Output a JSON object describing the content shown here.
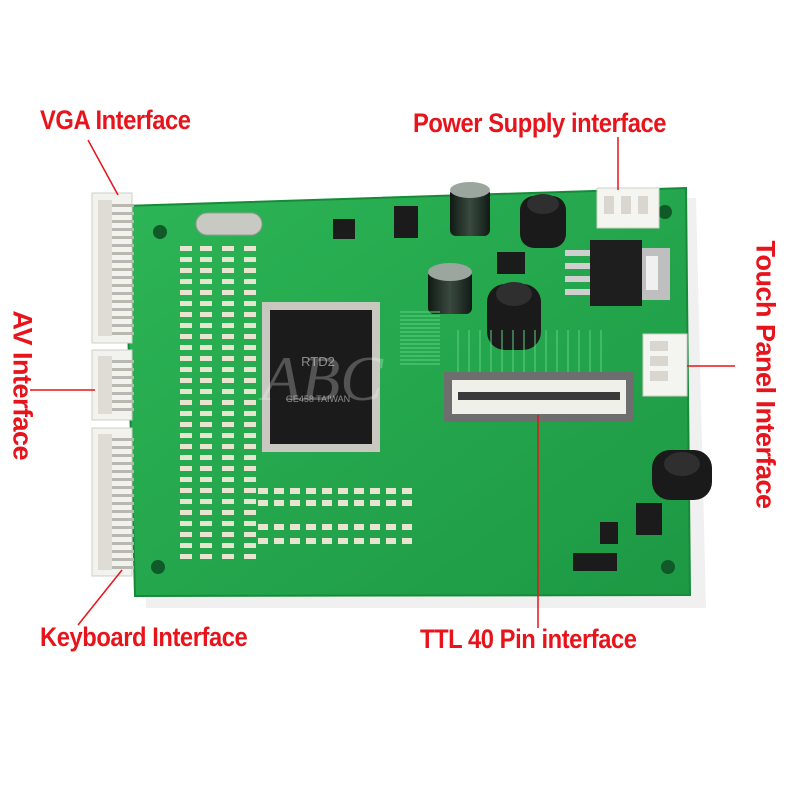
{
  "labels": {
    "vga": "VGA Interface",
    "power": "Power Supply interface",
    "av": "AV Interface",
    "touch": "Touch Panel Interface",
    "keyboard": "Keyboard Interface",
    "ttl": "TTL 40 Pin interface"
  },
  "chip_text": {
    "line1": "RTD2",
    "line2": "GE458 TAIWAN"
  },
  "watermark": "ABC",
  "colors": {
    "label": "#e8141c",
    "pcb": "#21a24a",
    "pcb_dark": "#178a3a",
    "connector": "#f2f2ee",
    "chip": "#1b1b1b"
  }
}
